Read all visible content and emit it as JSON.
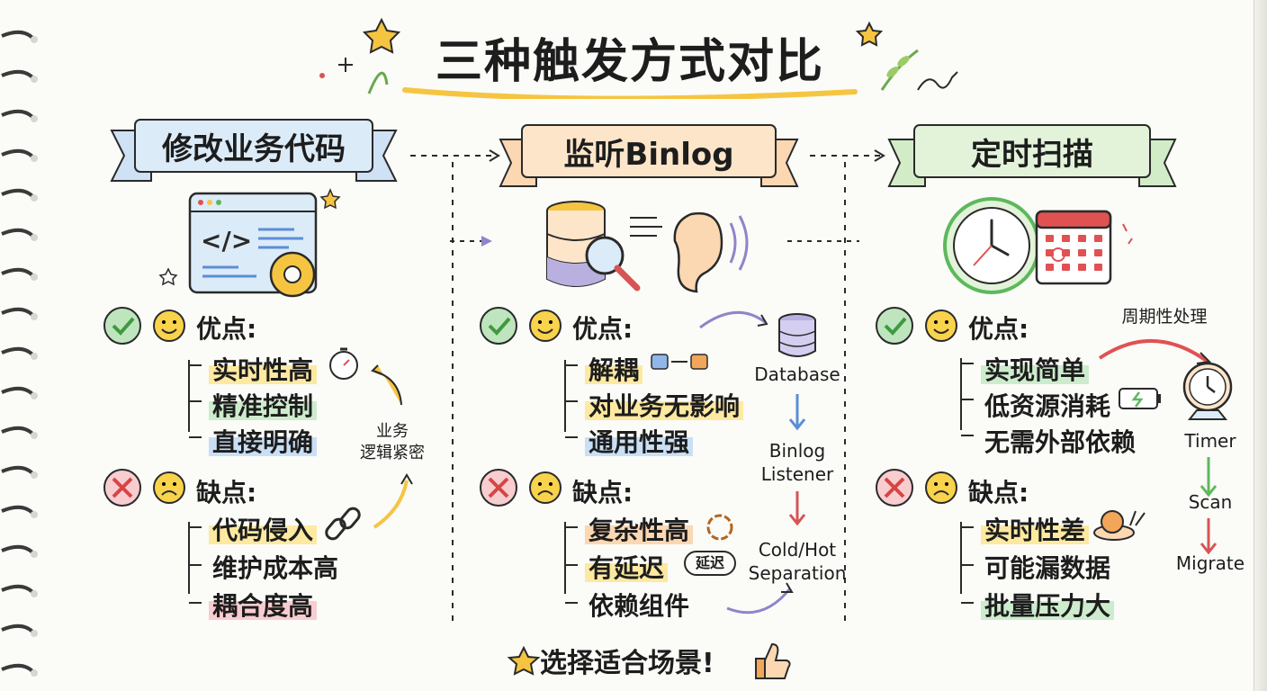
{
  "title": "三种触发方式对比",
  "columns": [
    {
      "ribbon": "修改业务代码",
      "pros_label": "优点:",
      "pros": [
        "实时性高",
        "精准控制",
        "直接明确"
      ],
      "cons_label": "缺点:",
      "cons": [
        "代码侵入",
        "维护成本高",
        "耦合度高"
      ],
      "note": "业务\n逻辑紧密"
    },
    {
      "ribbon": "监听Binlog",
      "pros_label": "优点:",
      "pros": [
        "解耦",
        "对业务无影响",
        "通用性强"
      ],
      "cons_label": "缺点:",
      "cons": [
        "复杂性高",
        "有延迟",
        "依赖组件"
      ],
      "delay_badge": "延迟",
      "flow": [
        "Database",
        "Binlog\nListener",
        "Cold/Hot\nSeparation"
      ]
    },
    {
      "ribbon": "定时扫描",
      "pros_label": "优点:",
      "pros": [
        "实现简单",
        "低资源消耗",
        "无需外部依赖"
      ],
      "cons_label": "缺点:",
      "cons": [
        "实时性差",
        "可能漏数据",
        "批量压力大"
      ],
      "note": "周期性处理",
      "flow": [
        "Timer",
        "Scan",
        "Migrate"
      ]
    }
  ],
  "footer": "选择适合场景!",
  "colors": {
    "green": "#5cb85c",
    "red": "#e05252",
    "yellow": "#f5c542",
    "blue": "#8fb7e8",
    "purple": "#8f85c9",
    "orange": "#f2a65a"
  },
  "icons": [
    "spiral-binding",
    "star-icon",
    "leaf-icon",
    "code-window-icon",
    "gear-icon",
    "database-icon",
    "magnifier-icon",
    "ear-icon",
    "clock-icon",
    "calendar-icon",
    "check-icon",
    "cross-icon",
    "smiley-icon",
    "sad-face-icon",
    "stopwatch-icon",
    "chain-icon",
    "tangle-icon",
    "snail-icon",
    "battery-icon",
    "thumbs-up-icon"
  ]
}
